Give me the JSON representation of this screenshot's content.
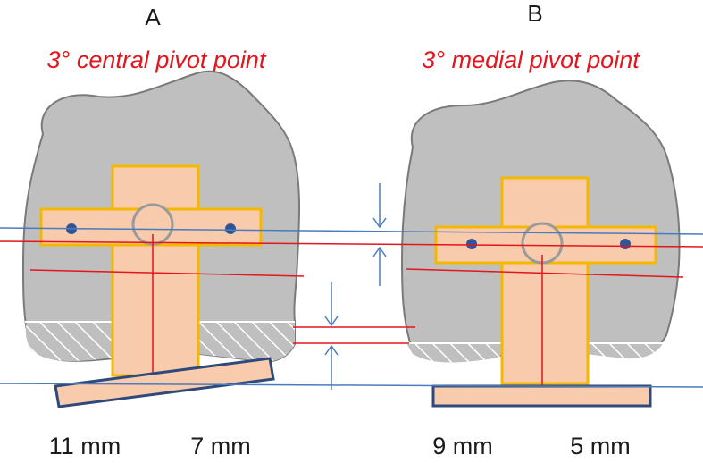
{
  "colors": {
    "bone": "#bfbfbf",
    "bone_outline": "#7a7a7a",
    "implant_fill": "#f8cbad",
    "implant_stroke": "#f5b800",
    "red_line": "#e3151d",
    "blue_line": "#4a7bbd",
    "tibial_plate_stroke": "#2f4a7a",
    "pin_fill": "#2f5597",
    "title_red": "#e3151d"
  },
  "panel_a": {
    "letter": "A",
    "title": "3° central pivot point",
    "measure_left": "11 mm",
    "measure_right": "7 mm"
  },
  "panel_b": {
    "letter": "B",
    "title": "3° medial pivot point",
    "measure_left": "9 mm",
    "measure_right": "5 mm"
  }
}
